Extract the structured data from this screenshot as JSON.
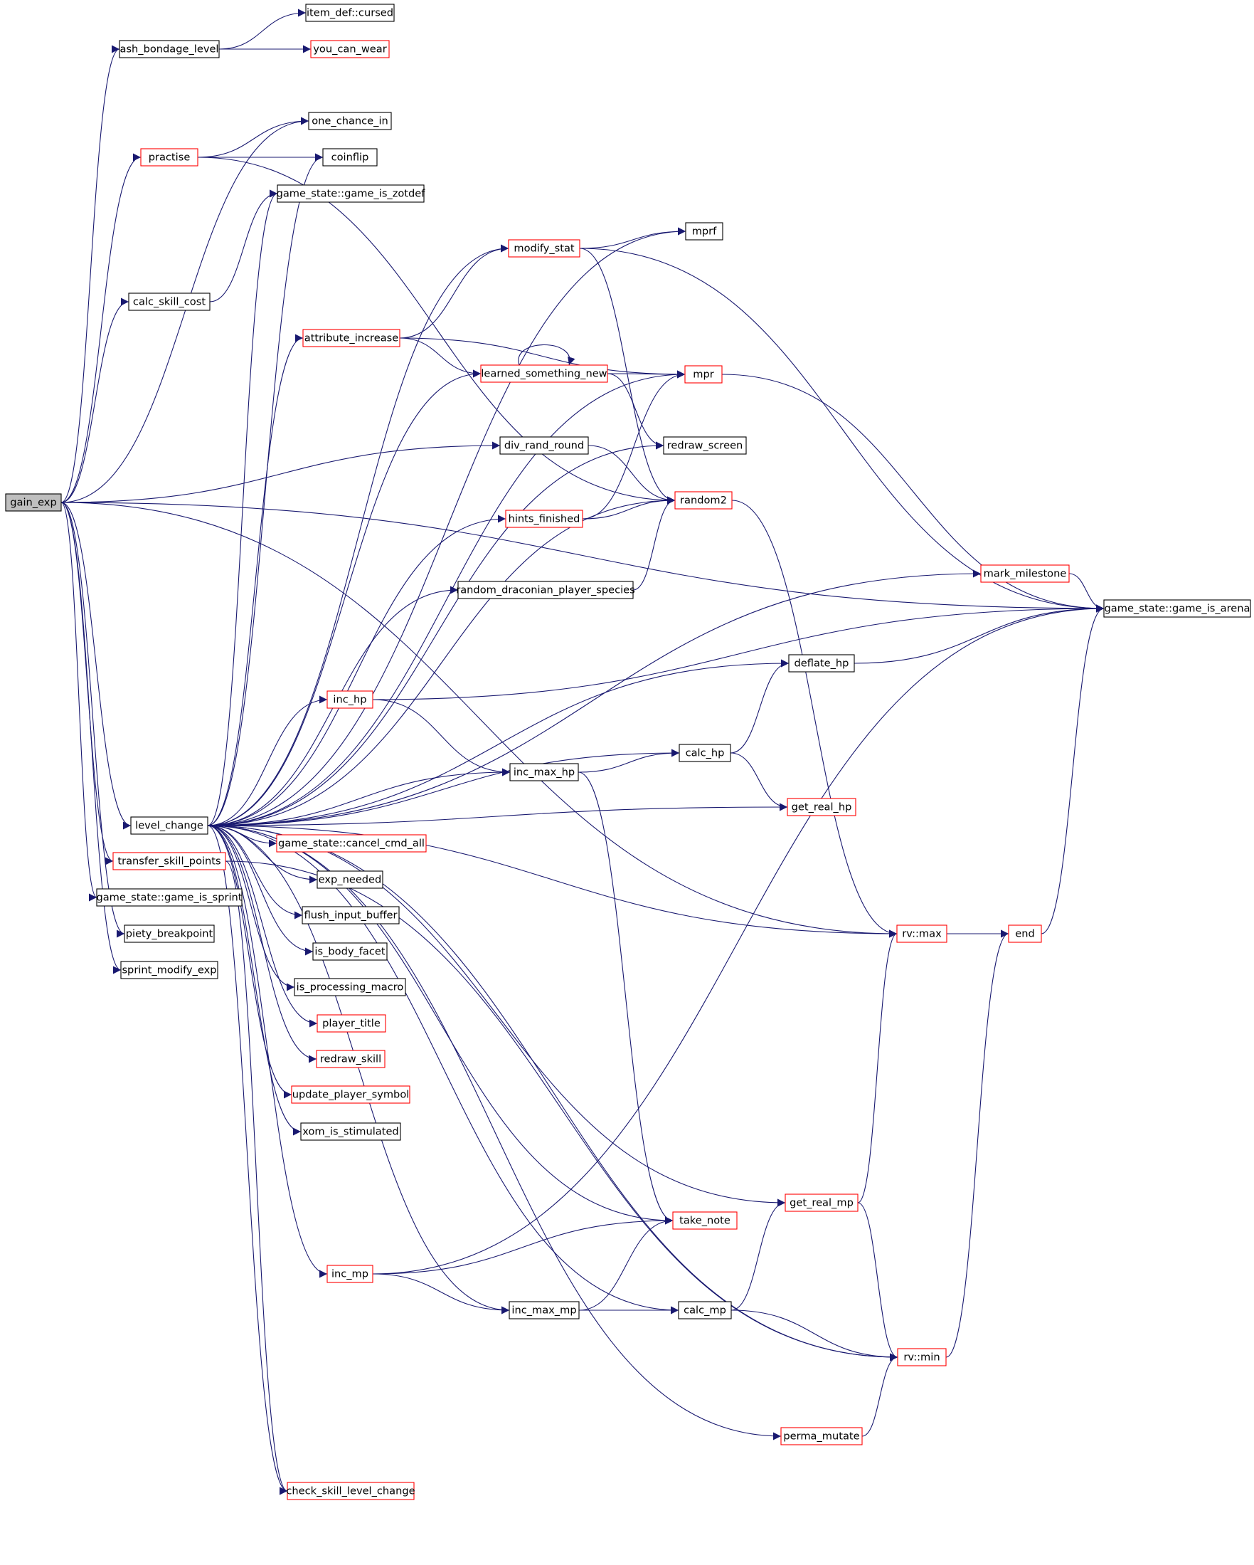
{
  "diagram": {
    "type": "call-graph",
    "root": "gain_exp",
    "colors": {
      "background": "#ffffff",
      "edge": "#191970",
      "node_text": "#000000",
      "root_fill": "#bfbfbf",
      "border_normal": "#000000",
      "border_truncated": "#ff0000"
    },
    "nodes": [
      {
        "id": "gain_exp",
        "label": "gain_exp",
        "style": "root"
      },
      {
        "id": "ash_bondage_level",
        "label": "ash_bondage_level",
        "style": "normal"
      },
      {
        "id": "item_def_cursed",
        "label": "item_def::cursed",
        "style": "normal"
      },
      {
        "id": "you_can_wear",
        "label": "you_can_wear",
        "style": "truncated"
      },
      {
        "id": "one_chance_in",
        "label": "one_chance_in",
        "style": "normal"
      },
      {
        "id": "practise",
        "label": "practise",
        "style": "truncated"
      },
      {
        "id": "coinflip",
        "label": "coinflip",
        "style": "normal"
      },
      {
        "id": "game_is_zotdef",
        "label": "game_state::game_is_zotdef",
        "style": "normal"
      },
      {
        "id": "mprf",
        "label": "mprf",
        "style": "normal"
      },
      {
        "id": "modify_stat",
        "label": "modify_stat",
        "style": "truncated"
      },
      {
        "id": "calc_skill_cost",
        "label": "calc_skill_cost",
        "style": "normal"
      },
      {
        "id": "attribute_increase",
        "label": "attribute_increase",
        "style": "truncated"
      },
      {
        "id": "learned_something_new",
        "label": "learned_something_new",
        "style": "truncated"
      },
      {
        "id": "mpr",
        "label": "mpr",
        "style": "truncated"
      },
      {
        "id": "div_rand_round",
        "label": "div_rand_round",
        "style": "normal"
      },
      {
        "id": "redraw_screen",
        "label": "redraw_screen",
        "style": "normal"
      },
      {
        "id": "random2",
        "label": "random2",
        "style": "truncated"
      },
      {
        "id": "hints_finished",
        "label": "hints_finished",
        "style": "truncated"
      },
      {
        "id": "random_draconian_player_species",
        "label": "random_draconian_player_species",
        "style": "normal"
      },
      {
        "id": "mark_milestone",
        "label": "mark_milestone",
        "style": "truncated"
      },
      {
        "id": "game_is_arena",
        "label": "game_state::game_is_arena",
        "style": "normal"
      },
      {
        "id": "deflate_hp",
        "label": "deflate_hp",
        "style": "normal"
      },
      {
        "id": "inc_hp",
        "label": "inc_hp",
        "style": "truncated"
      },
      {
        "id": "calc_hp",
        "label": "calc_hp",
        "style": "normal"
      },
      {
        "id": "inc_max_hp",
        "label": "inc_max_hp",
        "style": "normal"
      },
      {
        "id": "get_real_hp",
        "label": "get_real_hp",
        "style": "truncated"
      },
      {
        "id": "level_change",
        "label": "level_change",
        "style": "normal"
      },
      {
        "id": "cancel_cmd_all",
        "label": "game_state::cancel_cmd_all",
        "style": "truncated"
      },
      {
        "id": "transfer_skill_points",
        "label": "transfer_skill_points",
        "style": "truncated"
      },
      {
        "id": "exp_needed",
        "label": "exp_needed",
        "style": "normal"
      },
      {
        "id": "game_is_sprint",
        "label": "game_state::game_is_sprint",
        "style": "normal"
      },
      {
        "id": "flush_input_buffer",
        "label": "flush_input_buffer",
        "style": "normal"
      },
      {
        "id": "piety_breakpoint",
        "label": "piety_breakpoint",
        "style": "normal"
      },
      {
        "id": "rv_max",
        "label": "rv::max",
        "style": "truncated"
      },
      {
        "id": "end",
        "label": "end",
        "style": "truncated"
      },
      {
        "id": "is_body_facet",
        "label": "is_body_facet",
        "style": "normal"
      },
      {
        "id": "sprint_modify_exp",
        "label": "sprint_modify_exp",
        "style": "normal"
      },
      {
        "id": "is_processing_macro",
        "label": "is_processing_macro",
        "style": "normal"
      },
      {
        "id": "player_title",
        "label": "player_title",
        "style": "truncated"
      },
      {
        "id": "redraw_skill",
        "label": "redraw_skill",
        "style": "truncated"
      },
      {
        "id": "update_player_symbol",
        "label": "update_player_symbol",
        "style": "truncated"
      },
      {
        "id": "xom_is_stimulated",
        "label": "xom_is_stimulated",
        "style": "normal"
      },
      {
        "id": "get_real_mp",
        "label": "get_real_mp",
        "style": "truncated"
      },
      {
        "id": "take_note",
        "label": "take_note",
        "style": "truncated"
      },
      {
        "id": "inc_mp",
        "label": "inc_mp",
        "style": "truncated"
      },
      {
        "id": "inc_max_mp",
        "label": "inc_max_mp",
        "style": "normal"
      },
      {
        "id": "calc_mp",
        "label": "calc_mp",
        "style": "normal"
      },
      {
        "id": "rv_min",
        "label": "rv::min",
        "style": "truncated"
      },
      {
        "id": "perma_mutate",
        "label": "perma_mutate",
        "style": "truncated"
      },
      {
        "id": "check_skill_level_change",
        "label": "check_skill_level_change",
        "style": "truncated"
      }
    ],
    "edges": [
      {
        "from": "gain_exp",
        "to": "ash_bondage_level"
      },
      {
        "from": "gain_exp",
        "to": "one_chance_in"
      },
      {
        "from": "gain_exp",
        "to": "practise"
      },
      {
        "from": "gain_exp",
        "to": "calc_skill_cost"
      },
      {
        "from": "gain_exp",
        "to": "div_rand_round"
      },
      {
        "from": "gain_exp",
        "to": "game_is_arena"
      },
      {
        "from": "gain_exp",
        "to": "level_change"
      },
      {
        "from": "gain_exp",
        "to": "transfer_skill_points"
      },
      {
        "from": "gain_exp",
        "to": "game_is_sprint"
      },
      {
        "from": "gain_exp",
        "to": "piety_breakpoint"
      },
      {
        "from": "gain_exp",
        "to": "rv_max"
      },
      {
        "from": "gain_exp",
        "to": "sprint_modify_exp"
      },
      {
        "from": "ash_bondage_level",
        "to": "item_def_cursed"
      },
      {
        "from": "ash_bondage_level",
        "to": "you_can_wear"
      },
      {
        "from": "practise",
        "to": "one_chance_in"
      },
      {
        "from": "practise",
        "to": "coinflip"
      },
      {
        "from": "practise",
        "to": "random2"
      },
      {
        "from": "calc_skill_cost",
        "to": "game_is_zotdef"
      },
      {
        "from": "modify_stat",
        "to": "mprf"
      },
      {
        "from": "modify_stat",
        "to": "random2"
      },
      {
        "from": "modify_stat",
        "to": "game_is_arena"
      },
      {
        "from": "attribute_increase",
        "to": "modify_stat"
      },
      {
        "from": "attribute_increase",
        "to": "learned_something_new"
      },
      {
        "from": "attribute_increase",
        "to": "mpr"
      },
      {
        "from": "learned_something_new",
        "to": "learned_something_new"
      },
      {
        "from": "learned_something_new",
        "to": "mpr"
      },
      {
        "from": "learned_something_new",
        "to": "redraw_screen"
      },
      {
        "from": "mpr",
        "to": "game_is_arena"
      },
      {
        "from": "div_rand_round",
        "to": "random2"
      },
      {
        "from": "hints_finished",
        "to": "random2"
      },
      {
        "from": "hints_finished",
        "to": "mpr"
      },
      {
        "from": "random_draconian_player_species",
        "to": "random2"
      },
      {
        "from": "random2",
        "to": "rv_max"
      },
      {
        "from": "mark_milestone",
        "to": "game_is_arena"
      },
      {
        "from": "deflate_hp",
        "to": "game_is_arena"
      },
      {
        "from": "inc_hp",
        "to": "game_is_arena"
      },
      {
        "from": "inc_hp",
        "to": "inc_max_hp"
      },
      {
        "from": "inc_max_hp",
        "to": "calc_hp"
      },
      {
        "from": "inc_max_hp",
        "to": "take_note"
      },
      {
        "from": "calc_hp",
        "to": "deflate_hp"
      },
      {
        "from": "calc_hp",
        "to": "get_real_hp"
      },
      {
        "from": "rv_max",
        "to": "end"
      },
      {
        "from": "end",
        "to": "game_is_arena"
      },
      {
        "from": "get_real_mp",
        "to": "rv_max"
      },
      {
        "from": "get_real_mp",
        "to": "rv_min"
      },
      {
        "from": "inc_mp",
        "to": "take_note"
      },
      {
        "from": "inc_mp",
        "to": "inc_max_mp"
      },
      {
        "from": "inc_mp",
        "to": "game_is_arena"
      },
      {
        "from": "inc_max_mp",
        "to": "calc_mp"
      },
      {
        "from": "inc_max_mp",
        "to": "take_note"
      },
      {
        "from": "calc_mp",
        "to": "get_real_mp"
      },
      {
        "from": "calc_mp",
        "to": "rv_min"
      },
      {
        "from": "rv_min",
        "to": "end"
      },
      {
        "from": "perma_mutate",
        "to": "rv_min"
      },
      {
        "from": "level_change",
        "to": "game_is_zotdef"
      },
      {
        "from": "level_change",
        "to": "coinflip"
      },
      {
        "from": "level_change",
        "to": "mprf"
      },
      {
        "from": "level_change",
        "to": "modify_stat"
      },
      {
        "from": "level_change",
        "to": "attribute_increase"
      },
      {
        "from": "level_change",
        "to": "learned_something_new"
      },
      {
        "from": "level_change",
        "to": "mpr"
      },
      {
        "from": "level_change",
        "to": "redraw_screen"
      },
      {
        "from": "level_change",
        "to": "random2"
      },
      {
        "from": "level_change",
        "to": "hints_finished"
      },
      {
        "from": "level_change",
        "to": "random_draconian_player_species"
      },
      {
        "from": "level_change",
        "to": "mark_milestone"
      },
      {
        "from": "level_change",
        "to": "deflate_hp"
      },
      {
        "from": "level_change",
        "to": "inc_hp"
      },
      {
        "from": "level_change",
        "to": "calc_hp"
      },
      {
        "from": "level_change",
        "to": "inc_max_hp"
      },
      {
        "from": "level_change",
        "to": "get_real_hp"
      },
      {
        "from": "level_change",
        "to": "cancel_cmd_all"
      },
      {
        "from": "level_change",
        "to": "exp_needed"
      },
      {
        "from": "level_change",
        "to": "flush_input_buffer"
      },
      {
        "from": "level_change",
        "to": "is_body_facet"
      },
      {
        "from": "level_change",
        "to": "is_processing_macro"
      },
      {
        "from": "level_change",
        "to": "player_title"
      },
      {
        "from": "level_change",
        "to": "redraw_skill"
      },
      {
        "from": "level_change",
        "to": "update_player_symbol"
      },
      {
        "from": "level_change",
        "to": "xom_is_stimulated"
      },
      {
        "from": "level_change",
        "to": "rv_max"
      },
      {
        "from": "level_change",
        "to": "get_real_mp"
      },
      {
        "from": "level_change",
        "to": "take_note"
      },
      {
        "from": "level_change",
        "to": "inc_mp"
      },
      {
        "from": "level_change",
        "to": "inc_max_mp"
      },
      {
        "from": "level_change",
        "to": "calc_mp"
      },
      {
        "from": "level_change",
        "to": "rv_min"
      },
      {
        "from": "level_change",
        "to": "perma_mutate"
      },
      {
        "from": "level_change",
        "to": "check_skill_level_change"
      },
      {
        "from": "transfer_skill_points",
        "to": "check_skill_level_change"
      },
      {
        "from": "transfer_skill_points",
        "to": "rv_min"
      }
    ]
  }
}
